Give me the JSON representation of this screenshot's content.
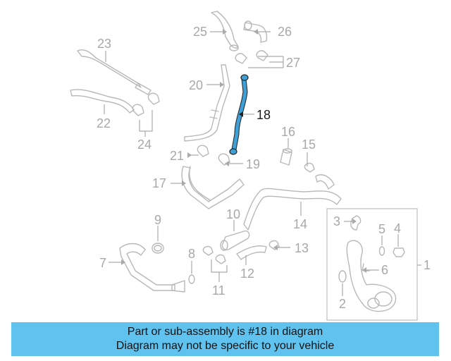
{
  "diagram": {
    "highlight_part": "18",
    "highlight_color": "#3f9fd6",
    "callouts": [
      "1",
      "2",
      "3",
      "4",
      "5",
      "6",
      "7",
      "8",
      "9",
      "10",
      "11",
      "12",
      "13",
      "14",
      "15",
      "16",
      "17",
      "18",
      "19",
      "20",
      "21",
      "22",
      "23",
      "24",
      "25",
      "26",
      "27"
    ]
  },
  "banner": {
    "line1": "Part or sub-assembly is #18 in diagram",
    "line2": "Diagram may not be specific to your vehicle",
    "color": "#5fc2ef"
  }
}
